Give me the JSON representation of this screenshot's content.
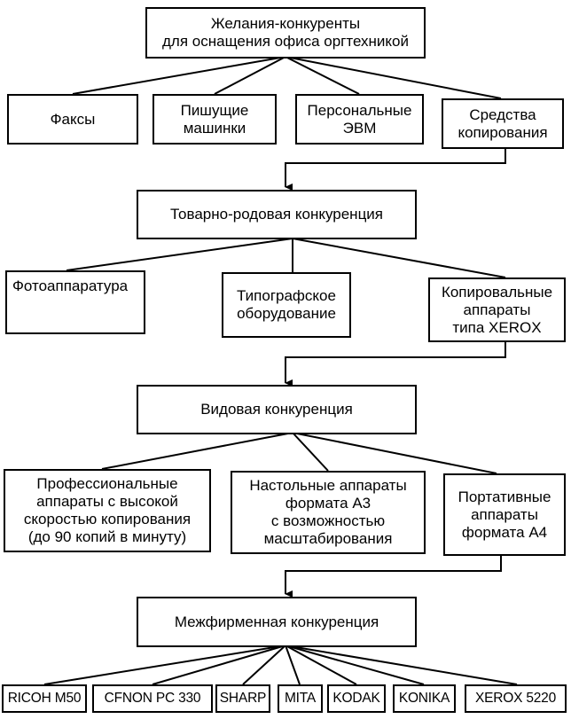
{
  "level1": {
    "top": "Желания-конкуренты\nдля оснащения офиса оргтехникой",
    "items": [
      "Факсы",
      "Пишущие\nмашинки",
      "Персональные\nЭВМ",
      "Средства\nкопирования"
    ]
  },
  "level2": {
    "top": "Товарно-родовая конкуренция",
    "items": [
      "Фотоаппаратура",
      "Типографское\nоборудование",
      "Копировальные\nаппараты\nтипа XEROX"
    ]
  },
  "level3": {
    "top": "Видовая конкуренция",
    "items": [
      "Профессиональные\nаппараты с высокой\nскоростью копирования\n(до 90 копий в минуту)",
      "Настольные аппараты\nформата А3\nс возможностью\nмасштабирования",
      "Портативные\nаппараты\nформата А4"
    ]
  },
  "level4": {
    "top": "Межфирменная конкуренция",
    "brands": [
      "RICOH M50",
      "CFNON PC 330",
      "SHARP",
      "MITA",
      "KODAK",
      "KONIKA",
      "XEROX 5220"
    ]
  }
}
